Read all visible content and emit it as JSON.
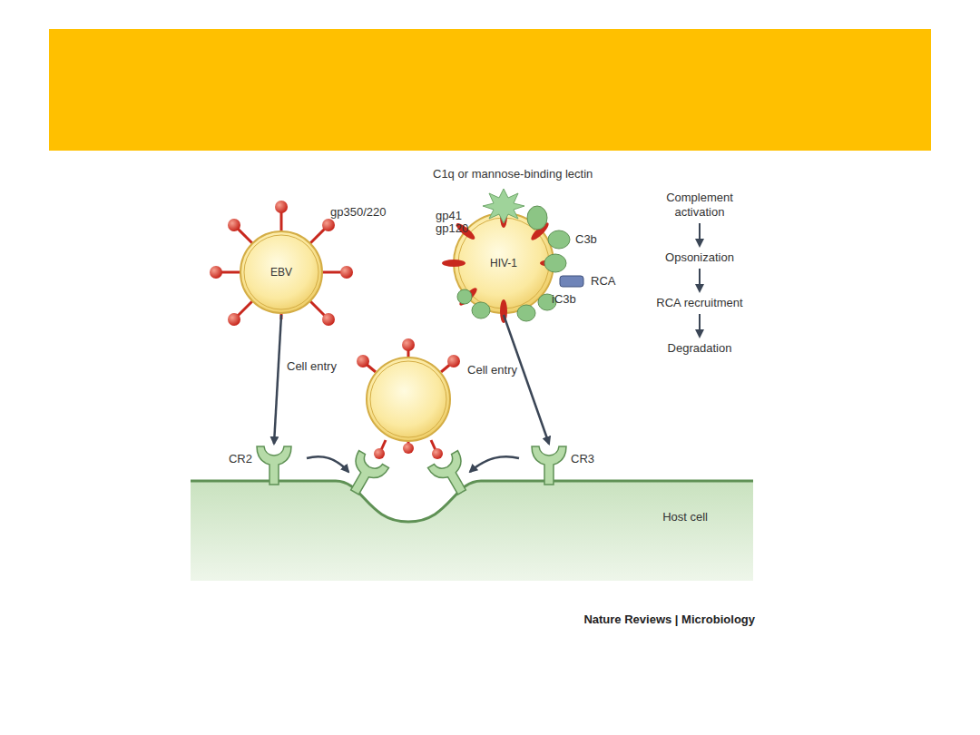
{
  "diagram": {
    "caption": "Nature Reviews | Microbiology",
    "nodes": [
      {
        "text": [
          "EBV"
        ]
      },
      {
        "text": [
          "HIV-1"
        ]
      },
      {
        "text": [
          "CR2"
        ]
      },
      {
        "text": [
          "CR3"
        ]
      },
      {
        "text": [
          "Host cell"
        ]
      },
      {
        "text": [
          "Complement activation"
        ]
      },
      {
        "text": [
          "Opsonization"
        ]
      },
      {
        "text": [
          "RCA recruitment"
        ]
      },
      {
        "text": [
          "Degradation"
        ]
      }
    ],
    "edges": [
      {
        "from": 0,
        "to": 2,
        "label": "Cell entry",
        "arrow": "to"
      },
      {
        "from": 1,
        "to": 3,
        "label": "Cell entry",
        "arrow": "to"
      },
      {
        "from": 5,
        "to": 6,
        "arrow": "to"
      },
      {
        "from": 6,
        "to": 7,
        "arrow": "to"
      },
      {
        "from": 7,
        "to": 8,
        "arrow": "to"
      }
    ],
    "labels": [
      "C1q or mannose-binding lectin",
      "gp350/220",
      "gp41",
      "gp120",
      "C3b",
      "RCA",
      "iC3b"
    ]
  }
}
